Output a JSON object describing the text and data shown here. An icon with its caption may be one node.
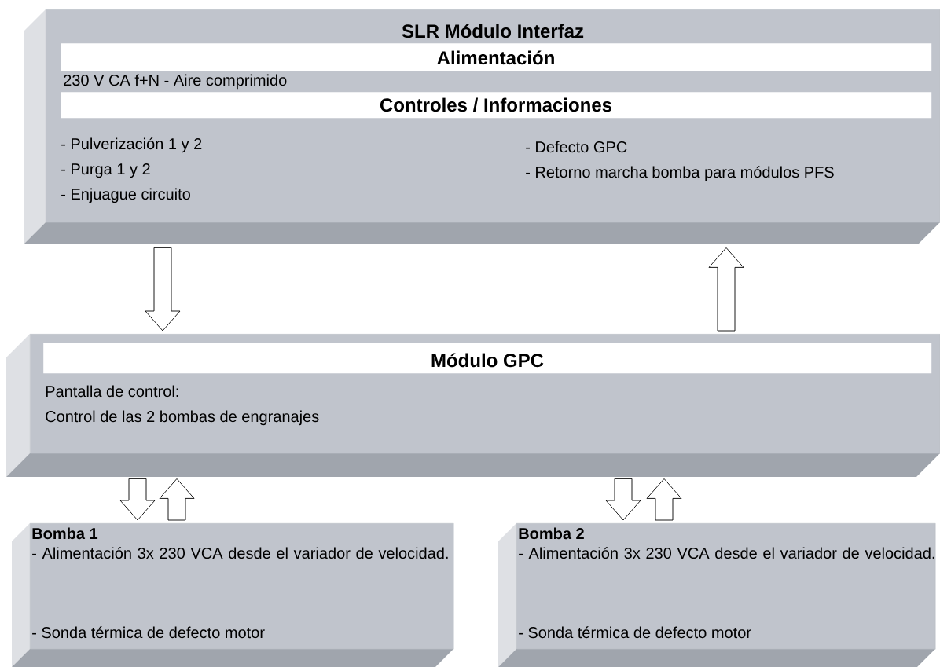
{
  "diagram": {
    "nodes": [
      {
        "text": [
          "SLR Módulo Interfaz",
          "230 V CA f+N - Aire comprimido",
          "- Pulverización 1 y 2",
          "- Purga 1 y 2",
          "- Enjuague circuito",
          "- Defecto GPC",
          "- Retorno marcha bomba para módulos PFS"
        ]
      },
      {
        "text": [
          "Alimentación"
        ],
        "in": 0
      },
      {
        "text": [
          "Controles / Informaciones"
        ],
        "in": 0
      },
      {
        "text": [
          "Pantalla de control:",
          "Control de las 2 bombas de engranajes"
        ]
      },
      {
        "text": [
          "Módulo GPC"
        ],
        "in": 3
      },
      {
        "text": [
          "Bomba 1",
          "- Alimentación 3x 230 VCA desde el variador de velocidad.",
          "- Sonda térmica de defecto motor"
        ]
      },
      {
        "text": [
          "Bomba 2",
          "- Alimentación 3x 230 VCA desde el variador de velocidad.",
          "- Sonda térmica de defecto motor"
        ]
      }
    ],
    "edges": [
      {
        "from": 0,
        "to": 3,
        "arrow": "to"
      },
      {
        "from": 3,
        "to": 0,
        "arrow": "to"
      },
      {
        "from": 3,
        "to": 5,
        "arrow": "to"
      },
      {
        "from": 5,
        "to": 3,
        "arrow": "to"
      },
      {
        "from": 3,
        "to": 6,
        "arrow": "to"
      },
      {
        "from": 6,
        "to": 3,
        "arrow": "to"
      }
    ]
  }
}
